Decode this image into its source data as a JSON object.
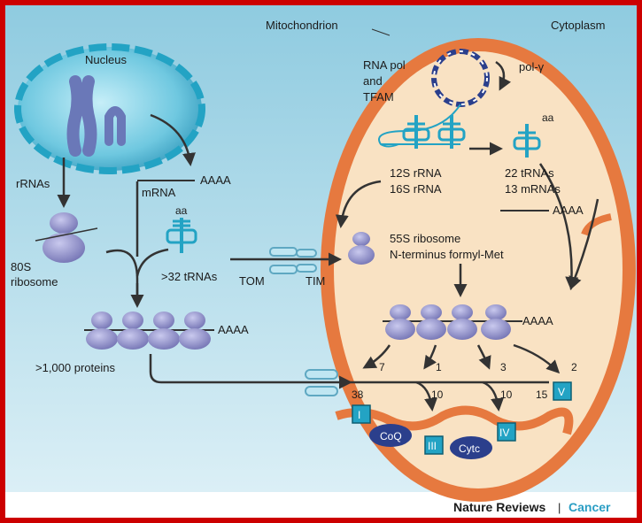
{
  "colors": {
    "frame": "#cc0000",
    "background": "#a7d7e8",
    "mito_membrane": "#e6793f",
    "mito_matrix": "#f9e2c3",
    "nucleus": "#6fc8e0",
    "ribosome": "#8f8fc8",
    "complex": "#23a3c4",
    "arrow": "#333333",
    "brand_accent": "#2a9ec4"
  },
  "labels": {
    "nucleus": "Nucleus",
    "mitochondrion": "Mitochondrion",
    "cytoplasm": "Cytoplasm",
    "rrnas": "rRNAs",
    "mrna": "mRNA",
    "polya": "AAAA",
    "ribosome_80s_1": "80S",
    "ribosome_80s_2": "ribosome",
    "aa": "aa",
    "trnas_32": ">32 tRNAs",
    "proteins_1000": ">1,000 proteins",
    "tom": "TOM",
    "tim": "TIM",
    "rna_pol_1": "RNA pol",
    "rna_pol_2": "and",
    "rna_pol_3": "TFAM",
    "pol_gamma": "pol-γ",
    "rrna_12s": "12S rRNA",
    "rrna_16s": "16S rRNA",
    "trnas_22": "22 tRNAs",
    "mrnas_13": "13 mRNAs",
    "ribosome_55s": "55S ribosome",
    "formyl_met": "N-terminus formyl-Met"
  },
  "mito_counts": [
    "7",
    "1",
    "3",
    "2"
  ],
  "nuclear_counts": [
    "38",
    "10",
    "10",
    "15"
  ],
  "complexes": [
    "I",
    "III",
    "IV",
    "V"
  ],
  "carriers": [
    "CoQ",
    "Cytc"
  ],
  "footer": {
    "journal": "Nature Reviews",
    "separator": "|",
    "section": "Cancer"
  }
}
